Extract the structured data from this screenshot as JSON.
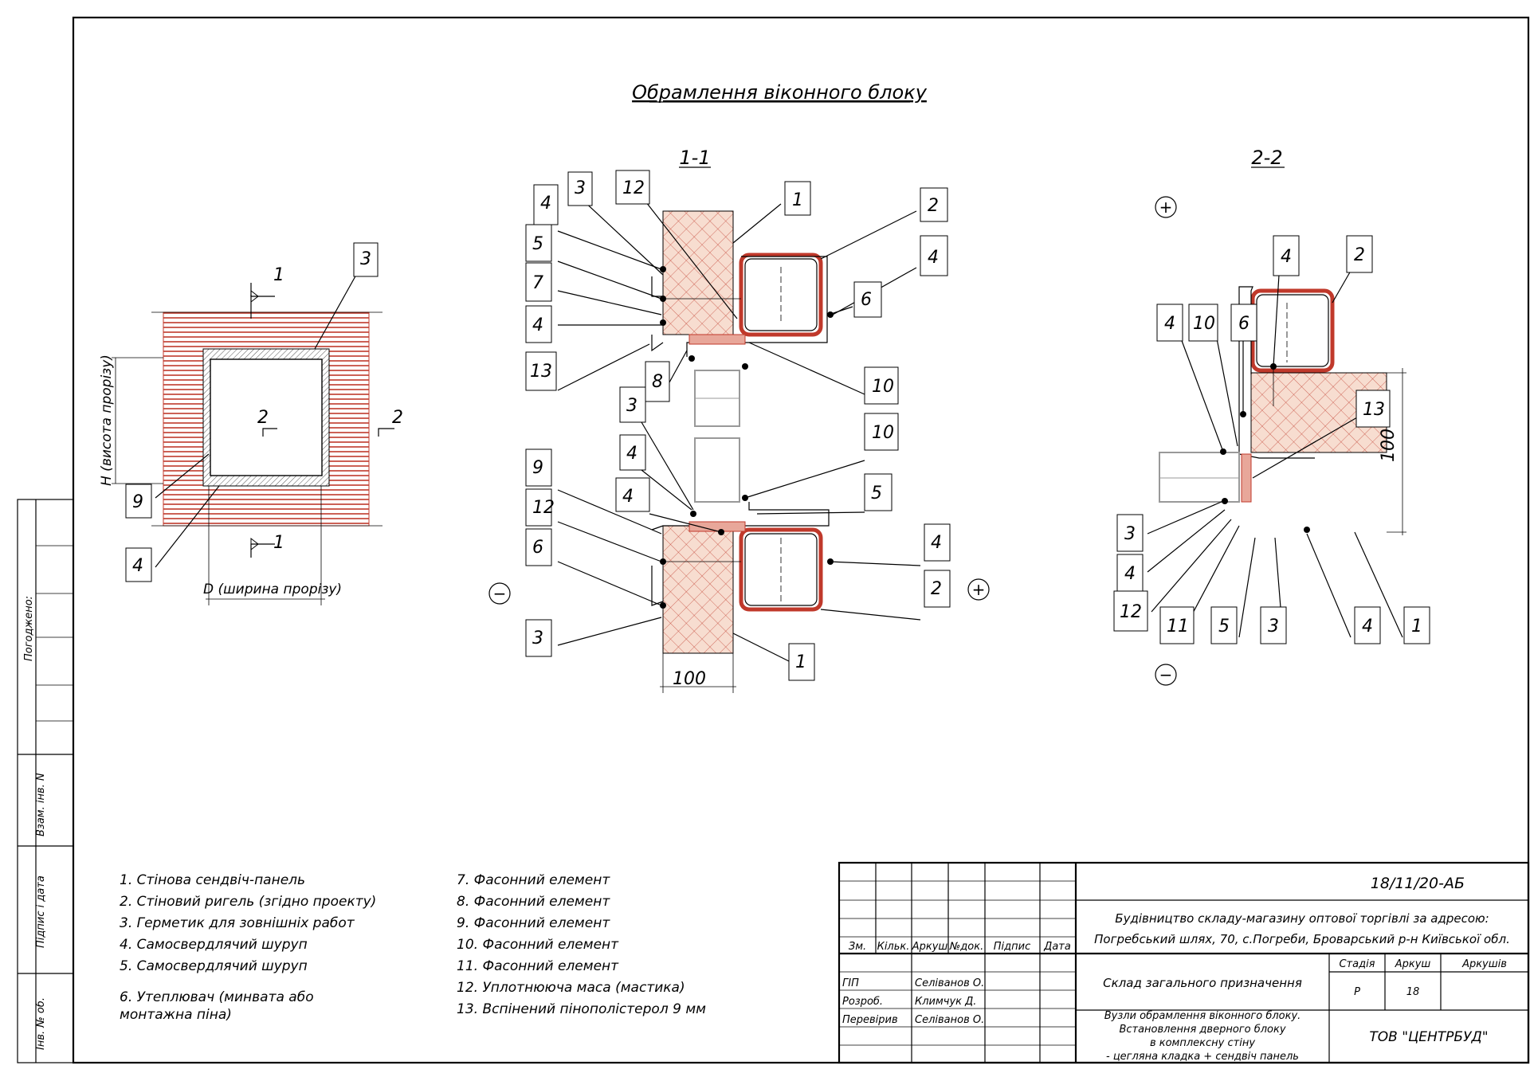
{
  "title": "Обрамлення віконного блоку",
  "plan": {
    "section_mark_1": "1",
    "section_mark_2": "2",
    "height_label": "H (висота прорізу)",
    "width_label": "D (ширина прорізу)",
    "callouts": [
      "3",
      "2",
      "9",
      "4"
    ]
  },
  "section_1_1": {
    "label": "1-1",
    "dimension": "100",
    "callouts": [
      "4",
      "3",
      "12",
      "1",
      "2",
      "5",
      "7",
      "4",
      "13",
      "8",
      "6",
      "4",
      "10",
      "3",
      "10",
      "4",
      "9",
      "5",
      "12",
      "4",
      "6",
      "4",
      "2",
      "3",
      "1"
    ]
  },
  "section_2_2": {
    "label": "2-2",
    "dimension": "100",
    "callouts": [
      "4",
      "2",
      "4",
      "10",
      "6",
      "13",
      "3",
      "4",
      "12",
      "11",
      "5",
      "3",
      "4",
      "1"
    ]
  },
  "legend_left": [
    "1. Стінова сендвіч-панель",
    "2. Стіновий ригель (згідно проекту)",
    "3. Герметик для зовнішніх работ",
    "4. Самосвердлячий шуруп",
    "5. Самосвердлячий шуруп",
    "6. Утеплювач (минвата або",
    "монтажна піна)"
  ],
  "legend_right": [
    "7. Фасонний елемент",
    "8. Фасонний елемент",
    "9. Фасонний елемент",
    "10. Фасонний елемент",
    "11. Фасонний елемент",
    "12. Уплотнююча маса (мастика)",
    "13. Вспінений пінополістерол 9 мм"
  ],
  "side_stamp": {
    "agreed": "Погоджено:",
    "inv_replace": "Взам. інв. N",
    "sign_date": "Підпис і дата",
    "inv_orig": "Інв. № об."
  },
  "title_block": {
    "doc_code": "18/11/20-АБ",
    "project_line1": "Будівництво складу-магазину оптової торгівлі за адресою:",
    "project_line2": "Погребський шлях, 70, с.Погреби, Броварський р-н Київської обл.",
    "object": "Склад загального призначення",
    "sheet_title_lines": [
      "Вузли обрамлення віконного блоку.",
      "Встановлення дверного блоку",
      "в комплексну стіну",
      "- цегляна кладка + сендвіч панель"
    ],
    "company": "ТОВ \"ЦЕНТРБУД\"",
    "col_headers": [
      "Зм.",
      "Кільк.",
      "Аркуш",
      "№док.",
      "Підпис",
      "Дата"
    ],
    "stage_headers": [
      "Стадія",
      "Аркуш",
      "Аркушів"
    ],
    "stage": "Р",
    "sheet": "18",
    "sheets": "",
    "roles": [
      {
        "role": "ГІП",
        "name": "Селіванов О."
      },
      {
        "role": "Розроб.",
        "name": "Климчук Д."
      },
      {
        "role": "Перевірив",
        "name": "Селіванов О."
      }
    ]
  },
  "symbols": {
    "minus": "−",
    "plus": "+"
  }
}
